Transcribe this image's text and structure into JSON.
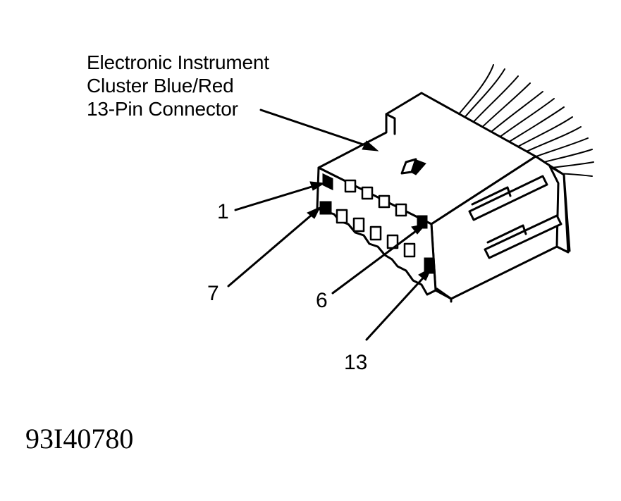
{
  "diagram": {
    "title_lines": [
      "Electronic Instrument",
      "Cluster Blue/Red",
      "13-Pin Connector"
    ],
    "pin_labels": {
      "pin_1": "1",
      "pin_7": "7",
      "pin_6": "6",
      "pin_13": "13"
    },
    "figure_id": "93I40780",
    "colors": {
      "ink": "#000000",
      "background": "#ffffff"
    }
  }
}
